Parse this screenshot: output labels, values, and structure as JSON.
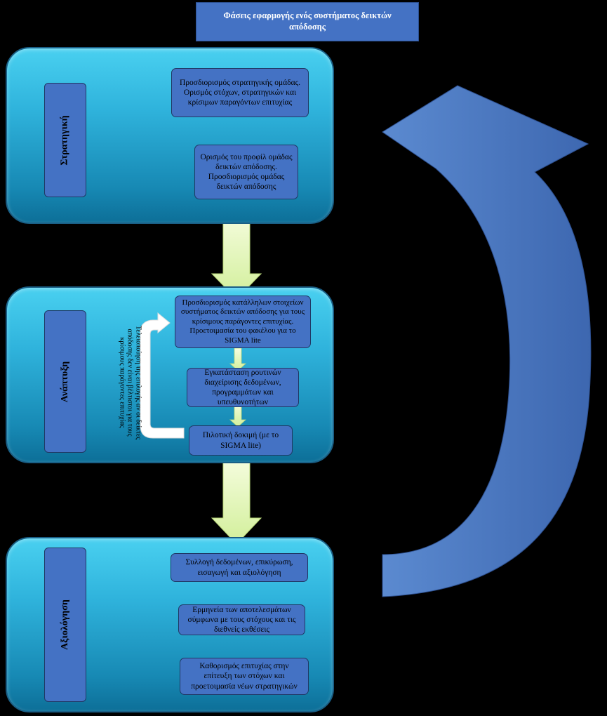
{
  "title": "Φάσεις εφαρμογής ενός συστήματος δεικτών απόδοσης",
  "phases": [
    {
      "label": "Στρατηγική",
      "steps": [
        "Προσδιορισμός στρατηγικής ομάδας. Ορισμός στόχων, στρατηγικών και κρίσιμων παραγόντων επιτυχίας",
        "Ορισμός του προφίλ ομάδας δεικτών απόδοσης. Προσδιορισμός ομάδας δεικτών απόδοσης"
      ]
    },
    {
      "label": "Ανάπτυξη",
      "steps": [
        "Προσδιορισμός κατάλληλων στοιχείων συστήματος δεικτών απόδοσης για τους κρίσιμους παράγοντες επιτυχίας. Προετοιμασία του φακέλου για το SIGMA lite",
        "Εγκατάσταση ρουτινών διαχείρισης δεδομένων, προγραμμάτων και υπευθυνοτήτων",
        "Πιλοτική δοκιμή (με το SIGMA lite)"
      ],
      "loop_note": "Τελειοποίηση της επιλογής αν οι δείκτες απόδοσης δεν είναι βέλτιστοι για τους κρίσιμους παράγοντες επιτυχίας"
    },
    {
      "label": "Αξιολόγηση",
      "steps": [
        "Συλλογή δεδομένων, επικύρωση, εισαγωγή και αξιολόγηση",
        "Ερμηνεία των αποτελεσμάτων σύμφωνα με τους στόχους και τις διεθνείς εκθέσεις",
        "Καθορισμός επιτυχίας στην επίτευξη των στόχων και προετοιμασία νέων στρατηγικών"
      ]
    }
  ],
  "colors": {
    "background": "#000000",
    "box": "#4472c4",
    "panel": "#2fb3dc",
    "arrow": "#e8f7c2",
    "cycle_arrow": "#4a78c2"
  }
}
